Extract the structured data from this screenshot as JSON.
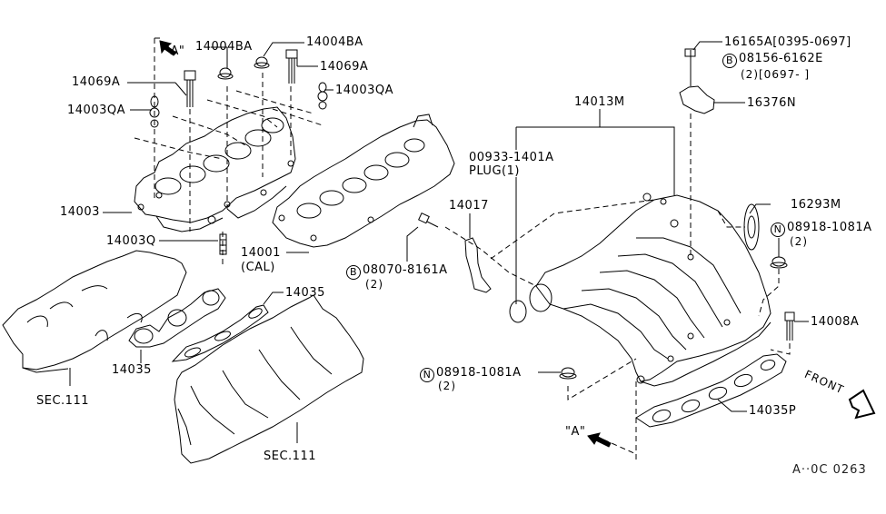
{
  "diagram": {
    "title": "Intake manifold parts diagram",
    "view_marker_top": "\"A\"",
    "view_marker_bottom": "\"A\"",
    "front_label": "FRONT",
    "figure_code": "A··0C 0263"
  },
  "callouts": {
    "p14004BA_left": "14004BA",
    "p14004BA_right": "14004BA",
    "p14069A_right": "14069A",
    "p14069A_left": "14069A",
    "p14003QA_right": "14003QA",
    "p14003QA_left": "14003QA",
    "p14003": "14003",
    "p14003Q": "14003Q",
    "p14001": "14001",
    "p14001_note": "(CAL)",
    "p16165A": "16165A[0395-0697]",
    "b08156_badge": "B",
    "b08156": "08156-6162E",
    "b08156_note": "(2)[0697-     ]",
    "p16376N": "16376N",
    "p14013M": "14013M",
    "plug_part": "00933-1401A",
    "plug_note": "PLUG(1)",
    "p14017": "14017",
    "p16293M": "16293M",
    "n08918_top_badge": "N",
    "n08918_top": "08918-1081A",
    "n08918_top_note": "(2)",
    "b08070_badge": "B",
    "b08070": "08070-8161A",
    "b08070_note": "(2)",
    "p14008A": "14008A",
    "p14035_mid": "14035",
    "p14035_left": "14035",
    "sec111_left": "SEC.111",
    "sec111_right": "SEC.111",
    "n08918_bot_badge": "N",
    "n08918_bot": "08918-1081A",
    "n08918_bot_note": "(2)",
    "p14035P": "14035P"
  }
}
